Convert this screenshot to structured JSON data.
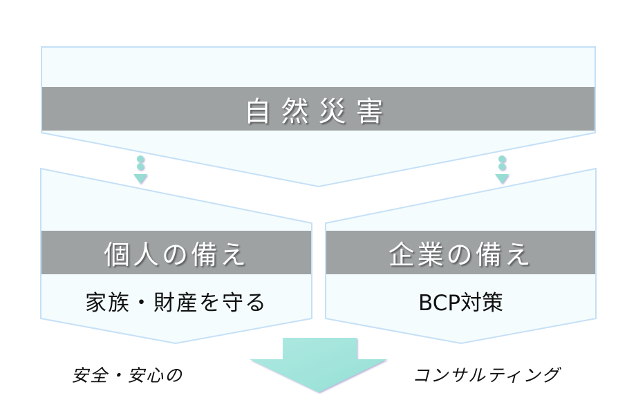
{
  "diagram": {
    "top": {
      "title": "自然災害"
    },
    "left": {
      "title": "個人の備え",
      "subtitle": "家族・財産を守る"
    },
    "right": {
      "title": "企業の備え",
      "subtitle": "BCP対策"
    },
    "footer": {
      "left_caption": "安全・安心の",
      "right_caption": "コンサルティング"
    }
  },
  "colors": {
    "panel_fill": "#f4fcfd",
    "panel_border": "#c5e0f7",
    "band": "#9fa2a3",
    "arrow": "#9ee4da"
  }
}
